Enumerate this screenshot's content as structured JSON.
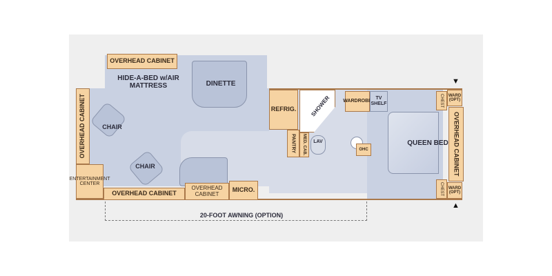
{
  "labels": {
    "overhead_cabinet_top": "OVERHEAD CABINET",
    "hide_a_bed": "HIDE-A-BED w/AIR MATTRESS",
    "dinette": "DINETTE",
    "overhead_cabinet_left": "OVERHEAD CABINET",
    "chair_1": "CHAIR",
    "chair_2": "CHAIR",
    "entertainment_center": "ENTERTAINMENT CENTER",
    "overhead_cabinet_bottom": "OVERHEAD CABINET",
    "overhead_cabinet_small": "OVERHEAD CABINET",
    "micro": "MICRO.",
    "refrig": "REFRIG.",
    "pantry": "PANTRY",
    "shower": "SHOWER",
    "med_cab": "MED. CAB.",
    "lav": "LAV",
    "wardrobe": "WARDROBE",
    "tv_shelf": "TV SHELF",
    "ohc": "OHC",
    "queen_bed": "QUEEN BED",
    "chest_top": "CHEST",
    "chest_bottom": "CHEST",
    "ward_opt_top": "WARD (OPT)",
    "ward_opt_bottom": "WARD (OPT)",
    "overhead_cabinet_right": "OVERHEAD CABINET",
    "awning": "20-FOOT AWNING (OPTION)"
  },
  "colors": {
    "cabinet": "#f6d3a2",
    "floor": "#c9d1e2",
    "wall": "#a9784a"
  }
}
